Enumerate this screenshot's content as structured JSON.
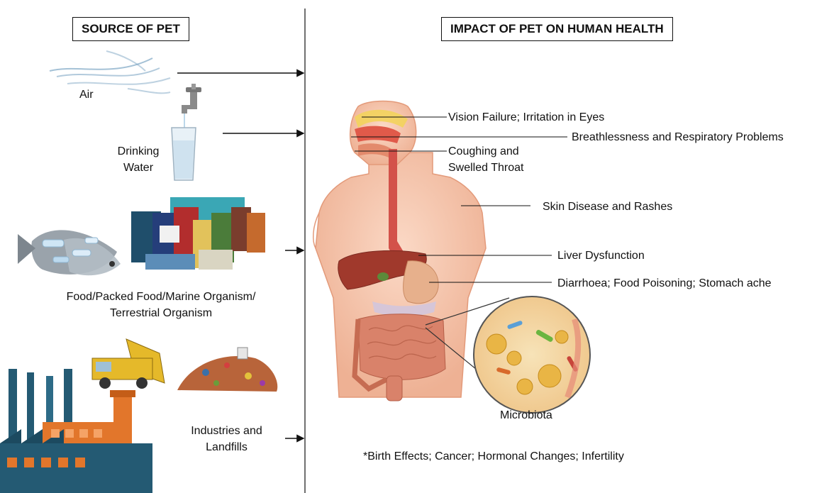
{
  "sources": {
    "title": "SOURCE OF PET",
    "air": "Air",
    "water_line1": "Drinking",
    "water_line2": "Water",
    "food_line1": "Food/Packed Food/Marine Organism/",
    "food_line2": "Terrestrial Organism",
    "industry_line1": "Industries and",
    "industry_line2": "Landfills"
  },
  "impacts": {
    "title": "IMPACT OF PET ON HUMAN HEALTH",
    "vision": "Vision Failure; Irritation in Eyes",
    "breath": "Breathlessness and Respiratory Problems",
    "cough_line1": "Coughing and",
    "cough_line2": "Swelled Throat",
    "skin": "Skin Disease and Rashes",
    "liver": "Liver Dysfunction",
    "stomach": "Diarrhoea; Food Poisoning; Stomach ache",
    "microbiota": "Microbiota",
    "other": "*Birth Effects; Cancer; Hormonal Changes; Infertility"
  },
  "colors": {
    "skin": "#f6c7b0",
    "skin_shade": "#eaa98c",
    "intestine": "#d9826a",
    "liver": "#a0392c",
    "factory_blue": "#245a73",
    "factory_orange": "#e2762b",
    "truck_yellow": "#e5b92a"
  }
}
